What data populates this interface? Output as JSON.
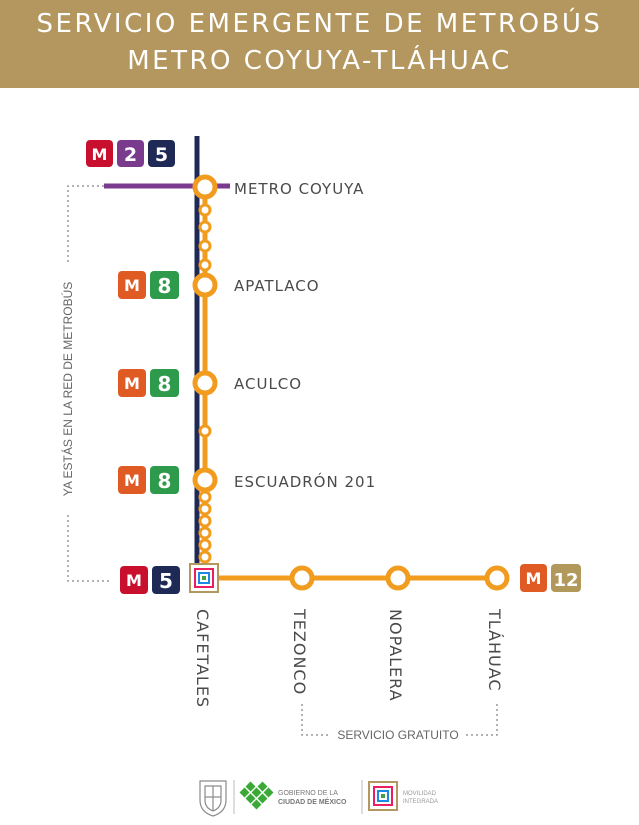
{
  "header": {
    "line1": "SERVICIO EMERGENTE DE METROBÚS",
    "line2": "METRO COYUYA-TLÁHUAC"
  },
  "colors": {
    "header_bg": "#b4975f",
    "route": "#f29c1f",
    "metrobus_line_5": "#1e2a55",
    "metrobus_line_2": "#7a3b8f",
    "metro_logo": "#e05a24",
    "metro_logo_red": "#c8102e",
    "metrobus_line_8": "#2e9a4c",
    "metrobus_line_12": "#b0995a",
    "text_dark": "#4a4a4a"
  },
  "stations": {
    "coyuya": {
      "name": "METRO COYUYA",
      "badges": [
        "M",
        "2",
        "5"
      ]
    },
    "apatlaco": {
      "name": "APATLACO",
      "badges": [
        "M",
        "8"
      ]
    },
    "aculco": {
      "name": "ACULCO",
      "badges": [
        "M",
        "8"
      ]
    },
    "escuadron": {
      "name": "ESCUADRÓN 201",
      "badges": [
        "M",
        "8"
      ]
    },
    "cafetales": {
      "name": "CAFETALES",
      "badges": [
        "M",
        "5"
      ]
    },
    "tezonco": {
      "name": "TEZONCO"
    },
    "nopalera": {
      "name": "NOPALERA"
    },
    "tlahuac": {
      "name": "TLÁHUAC",
      "badges": [
        "M",
        "12"
      ]
    }
  },
  "side_note": "YA ESTÁS EN LA RED DE METROBÚS",
  "free_service": "SERVICIO GRATUITO",
  "footer": {
    "gov_line1": "GOBIERNO DE LA",
    "gov_line2": "CIUDAD DE MÉXICO",
    "movilidad_line1": "MOVILIDAD",
    "movilidad_line2": "INTEGRADA"
  }
}
